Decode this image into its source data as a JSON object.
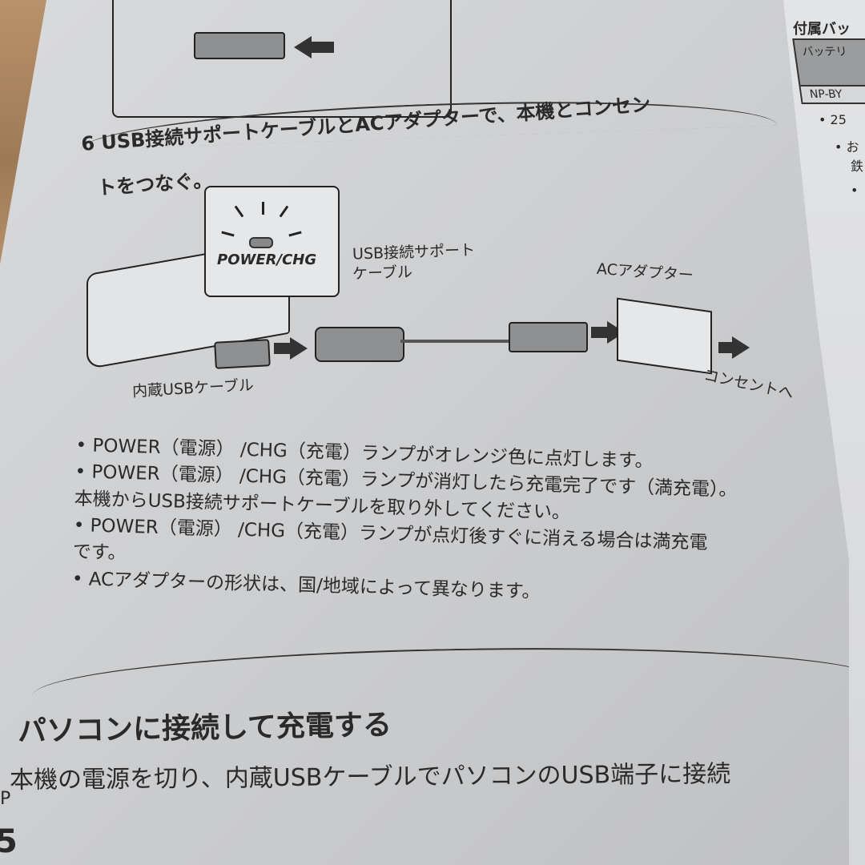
{
  "right_page": {
    "title": "付属バッ",
    "table_header": "バッテリ",
    "table_row": "NP-BY",
    "bullets": [
      "• 25",
      "• お",
      "鉄",
      "•"
    ]
  },
  "step": {
    "number": "6",
    "line1": "6 USB接続サポートケーブルとACアダプターで、本機とコンセン",
    "line2": "トをつなぐ。"
  },
  "diagram": {
    "callout_label": "POWER/CHG",
    "support_cable_label_1": "USB接続サポート",
    "support_cable_label_2": "ケーブル",
    "ac_adapter_label": "ACアダプター",
    "builtin_cable_label": "内蔵USBケーブル",
    "outlet_label": "コンセントへ"
  },
  "notes": [
    "• POWER（電源） /CHG（充電）ランプがオレンジ色に点灯します。",
    "• POWER（電源） /CHG（充電）ランプが消灯したら充電完了です（満充電）。",
    "本機からUSB接続サポートケーブルを取り外してください。",
    "• POWER（電源） /CHG（充電）ランプが点灯後すぐに消える場合は満充電",
    "です。",
    "• ACアダプターの形状は、国/地域によって異なります。"
  ],
  "section": {
    "title": "パソコンに接続して充電する",
    "body": "本機の電源を切り、内蔵USBケーブルでパソコンのUSB端子に接続"
  },
  "edge": {
    "mark": "P",
    "page_number": "5"
  }
}
